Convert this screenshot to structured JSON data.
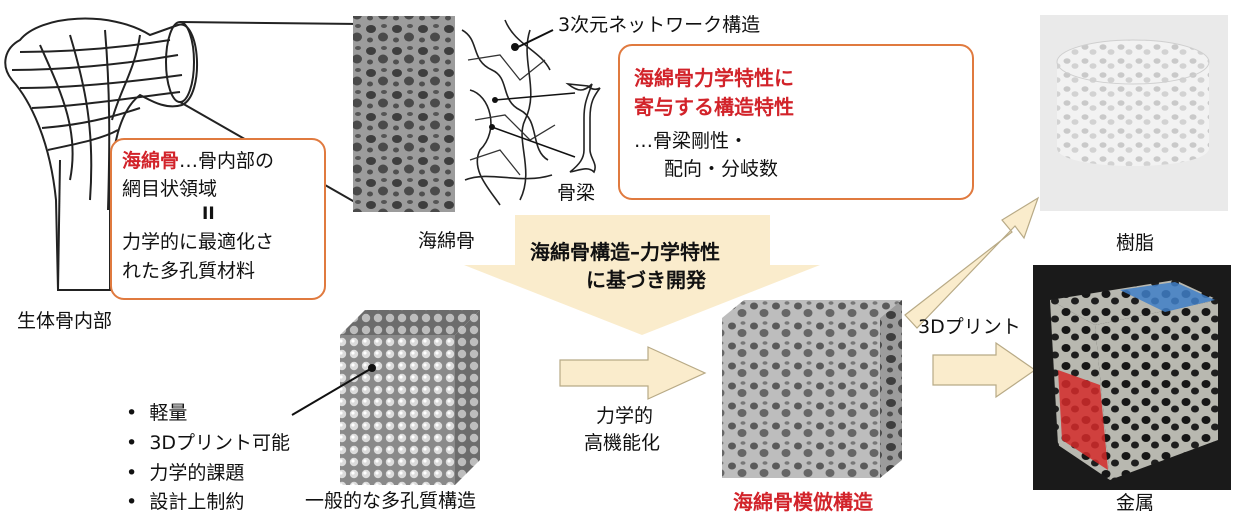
{
  "bone": {
    "caption": "生体骨内部",
    "box_head_red": "海綿骨",
    "box_head_rest": "…骨内部の",
    "box_line2": "網目状領域",
    "box_line3": "II",
    "box_line4": "力学的に最適化さ",
    "box_line5": "れた多孔質材料"
  },
  "spongy": {
    "caption": "海綿骨",
    "network_label": "3次元ネットワーク構造",
    "trabecula_label": "骨梁"
  },
  "properties": {
    "title_line1": "海綿骨力学特性に",
    "title_line2": "寄与する構造特性",
    "detail_line1": "…骨梁剛性・",
    "detail_line2": "配向・分岐数"
  },
  "arrow_down": {
    "line1": "海綿骨構造–力学特性",
    "line2": "に基づき開発"
  },
  "general": {
    "caption": "一般的な多孔質構造",
    "bullets": [
      "軽量",
      "3Dプリント可能",
      "力学的課題",
      "設計上制約"
    ],
    "bullet_mark": "•"
  },
  "arrow_right": {
    "line1": "力学的",
    "line2": "高機能化"
  },
  "mimic": {
    "caption": "海綿骨模倣構造",
    "print_label": "3Dプリント"
  },
  "products": {
    "resin_caption": "樹脂",
    "metal_caption": "金属"
  },
  "colors": {
    "accent_red": "#d2232a",
    "box_border": "#e07a3f",
    "arrow_fill": "#faeccc"
  }
}
